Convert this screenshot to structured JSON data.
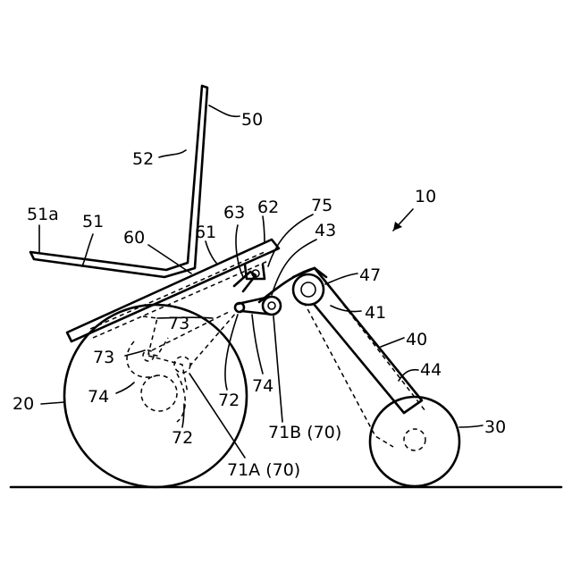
{
  "labels": {
    "l50": "50",
    "l52": "52",
    "l51a": "51a",
    "l51": "51",
    "l60": "60",
    "l61": "61",
    "l63": "63",
    "l62": "62",
    "l75": "75",
    "l10": "10",
    "l43": "43",
    "l47": "47",
    "l41": "41",
    "l40": "40",
    "l44": "44",
    "l30": "30",
    "l20": "20",
    "l73a": "73",
    "l73b": "73",
    "l74a": "74",
    "l74b": "74",
    "l72a": "72",
    "l72b": "72",
    "l71b": "71B (70)",
    "l71a": "71A (70)"
  }
}
